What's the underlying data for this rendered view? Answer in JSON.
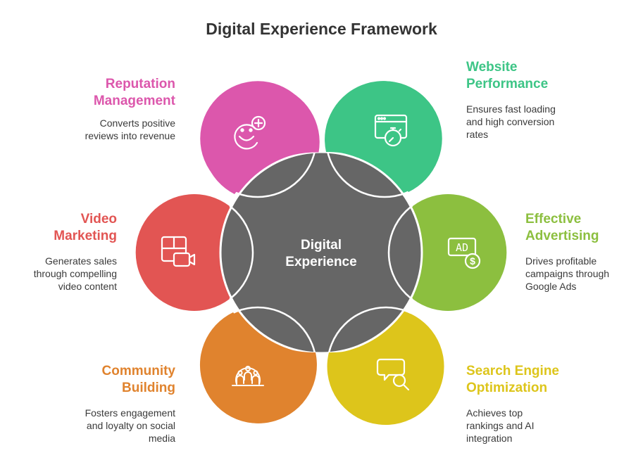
{
  "title": "Digital Experience Framework",
  "center": {
    "line1": "Digital",
    "line2": "Experience"
  },
  "colors": {
    "center_fill": "#666666",
    "reputation": "#dc57ac",
    "website": "#3dc586",
    "advertising": "#8cbf3f",
    "seo": "#ddc51b",
    "community": "#e0832e",
    "video": "#e25553",
    "text_dark": "#333333"
  },
  "items": {
    "reputation": {
      "title1": "Reputation",
      "title2": "Management",
      "desc1": "Converts positive",
      "desc2": "reviews into revenue",
      "icon": "smiley-plus-icon"
    },
    "website": {
      "title1": "Website",
      "title2": "Performance",
      "desc1": "Ensures fast loading",
      "desc2": "and high conversion",
      "desc3": "rates",
      "icon": "browser-stopwatch-icon"
    },
    "advertising": {
      "title1": "Effective",
      "title2": "Advertising",
      "desc1": "Drives profitable",
      "desc2": "campaigns through",
      "desc3": "Google Ads",
      "icon": "ad-dollar-icon",
      "icon_text": "AD"
    },
    "seo": {
      "title1": "Search Engine",
      "title2": "Optimization",
      "desc1": "Achieves top",
      "desc2": "rankings and AI",
      "desc3": "integration",
      "icon": "chat-search-icon"
    },
    "community": {
      "title1": "Community",
      "title2": "Building",
      "desc1": "Fosters engagement",
      "desc2": "and loyalty on social",
      "desc3": "media",
      "icon": "people-group-icon"
    },
    "video": {
      "title1": "Video",
      "title2": "Marketing",
      "desc1": "Generates sales",
      "desc2": "through compelling",
      "desc3": "video content",
      "icon": "video-camera-icon"
    }
  }
}
